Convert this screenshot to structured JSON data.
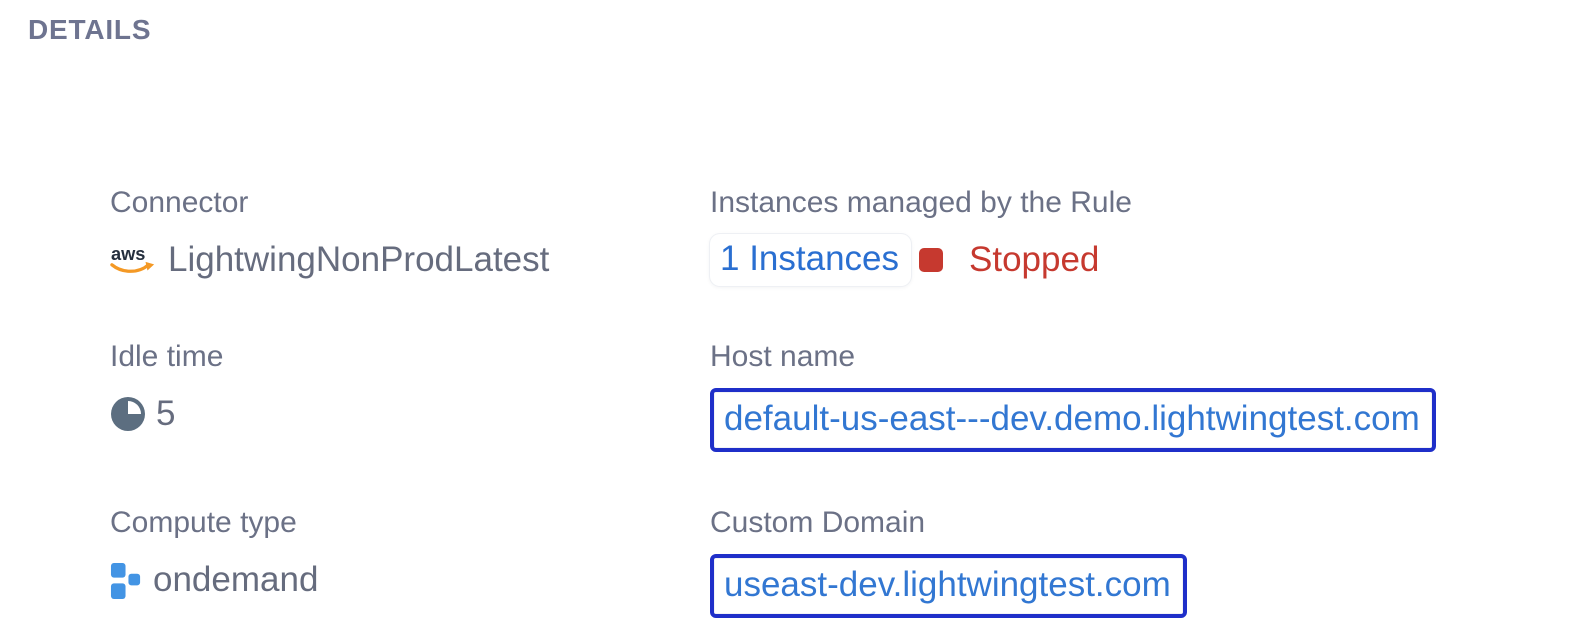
{
  "page": {
    "heading": "DETAILS"
  },
  "fields": {
    "connector": {
      "label": "Connector",
      "value": "LightwingNonProdLatest",
      "icon": "aws-icon"
    },
    "instances": {
      "label": "Instances managed by the Rule",
      "count_link": "1 Instances",
      "status": "Stopped",
      "status_icon": "red-square-icon",
      "status_color": "#c6392f",
      "link_color": "#2a6fd1"
    },
    "idle_time": {
      "label": "Idle time",
      "value": "5",
      "icon": "pie-clock-icon"
    },
    "host_name": {
      "label": "Host name",
      "value": "default-us-east---dev.demo.lightwingtest.com"
    },
    "compute_type": {
      "label": "Compute type",
      "value": "ondemand",
      "icon": "blocks-icon"
    },
    "custom_domain": {
      "label": "Custom Domain",
      "value": "useast-dev.lightwingtest.com"
    }
  },
  "colors": {
    "label_gray": "#6b7186",
    "value_gray": "#666c7e",
    "heading_gray": "#6e7490",
    "link_blue": "#2a6fd1",
    "url_text_blue": "#3277d2",
    "url_border_blue": "#1f2fc9",
    "status_red": "#c6392f",
    "aws_navy": "#252f3e",
    "aws_orange": "#f49925",
    "blocks_blue": "#4394e4",
    "pie_slate": "#5c6e80"
  }
}
